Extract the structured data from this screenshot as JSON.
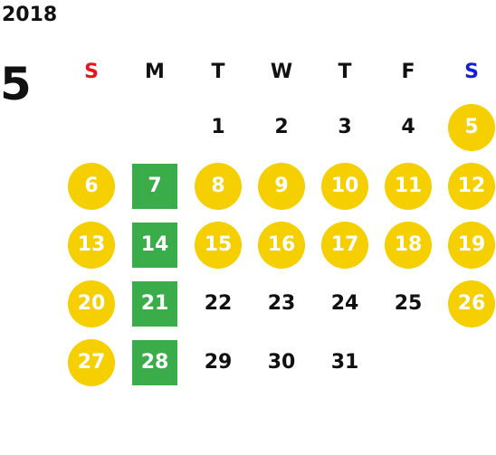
{
  "year": "2018",
  "month": "5",
  "weekdays": [
    {
      "label": "S",
      "color": "#e8141c"
    },
    {
      "label": "M",
      "color": "#111111"
    },
    {
      "label": "T",
      "color": "#111111"
    },
    {
      "label": "W",
      "color": "#111111"
    },
    {
      "label": "T",
      "color": "#111111"
    },
    {
      "label": "F",
      "color": "#111111"
    },
    {
      "label": "S",
      "color": "#1520d6"
    }
  ],
  "colors": {
    "holiday_circle": "#f5cf00",
    "highlight_square": "#3aad4a",
    "text": "#111111"
  },
  "first_weekday_index": 2,
  "days": [
    {
      "day": "1"
    },
    {
      "day": "2"
    },
    {
      "day": "3"
    },
    {
      "day": "4"
    },
    {
      "day": "5",
      "mark": "circle"
    },
    {
      "day": "6",
      "mark": "circle"
    },
    {
      "day": "7",
      "mark": "square"
    },
    {
      "day": "8",
      "mark": "circle"
    },
    {
      "day": "9",
      "mark": "circle"
    },
    {
      "day": "10",
      "mark": "circle"
    },
    {
      "day": "11",
      "mark": "circle"
    },
    {
      "day": "12",
      "mark": "circle"
    },
    {
      "day": "13",
      "mark": "circle"
    },
    {
      "day": "14",
      "mark": "square"
    },
    {
      "day": "15",
      "mark": "circle"
    },
    {
      "day": "16",
      "mark": "circle"
    },
    {
      "day": "17",
      "mark": "circle"
    },
    {
      "day": "18",
      "mark": "circle"
    },
    {
      "day": "19",
      "mark": "circle"
    },
    {
      "day": "20",
      "mark": "circle"
    },
    {
      "day": "21",
      "mark": "square"
    },
    {
      "day": "22"
    },
    {
      "day": "23"
    },
    {
      "day": "24"
    },
    {
      "day": "25"
    },
    {
      "day": "26",
      "mark": "circle"
    },
    {
      "day": "27",
      "mark": "circle"
    },
    {
      "day": "28",
      "mark": "square"
    },
    {
      "day": "29"
    },
    {
      "day": "30"
    },
    {
      "day": "31"
    }
  ]
}
